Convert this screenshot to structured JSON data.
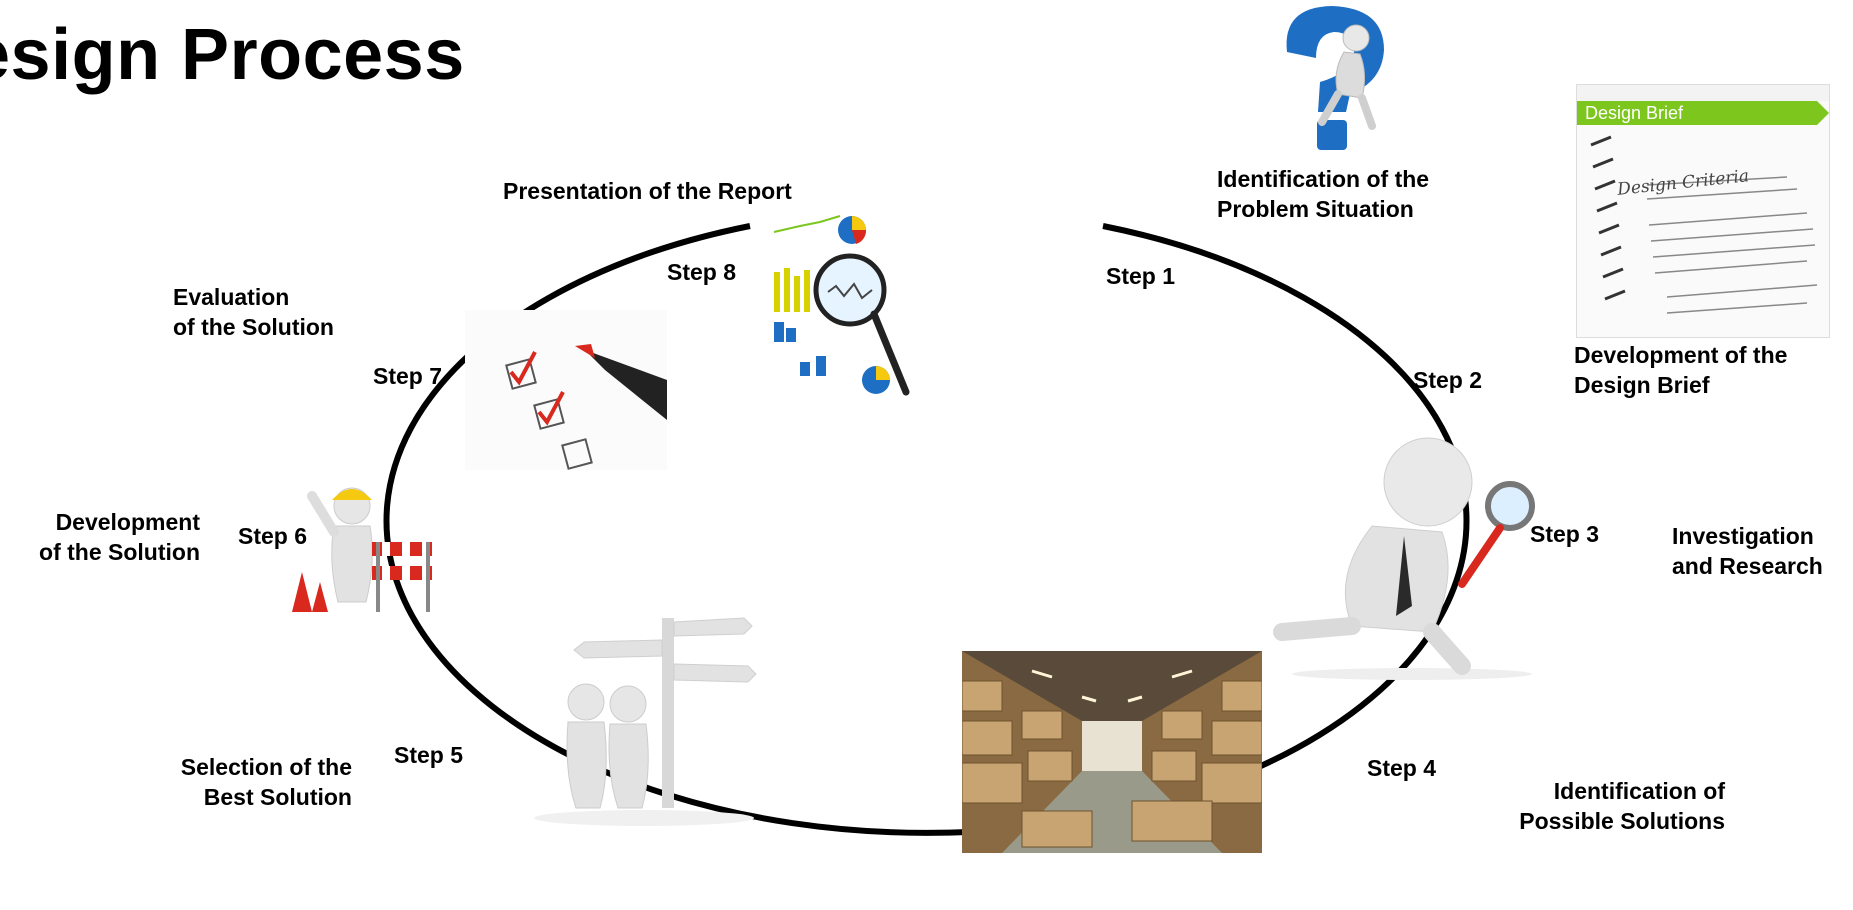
{
  "title": "esign Process",
  "steps": [
    {
      "step": "Step 1",
      "label_line1": "Identification of the",
      "label_line2": "Problem Situation"
    },
    {
      "step": "Step 2",
      "label_line1": "Development of the",
      "label_line2": "Design Brief"
    },
    {
      "step": "Step 3",
      "label_line1": "Investigation",
      "label_line2": "and Research"
    },
    {
      "step": "Step 4",
      "label_line1": "Identification of",
      "label_line2": "Possible Solutions"
    },
    {
      "step": "Step 5",
      "label_line1": "Selection of the",
      "label_line2": "Best Solution"
    },
    {
      "step": "Step 6",
      "label_line1": "Development",
      "label_line2": "of the Solution"
    },
    {
      "step": "Step 7",
      "label_line1": "Evaluation",
      "label_line2": "of the Solution"
    },
    {
      "step": "Step 8",
      "label_line1": "Presentation of the Report",
      "label_line2": ""
    }
  ],
  "design_brief_card": {
    "header": "Design Brief",
    "subheading": "Design Criteria"
  },
  "colors": {
    "ellipse": "#000000",
    "question_mark": "#1e6fc4",
    "brief_header": "#7cc61e",
    "warehouse": "#b08a55",
    "pen_red": "#d9281e"
  },
  "icons": [
    "question-figure-icon",
    "design-brief-image",
    "magnifier-figure-icon",
    "warehouse-image",
    "signpost-figures-icon",
    "construction-worker-icon",
    "checklist-pen-icon",
    "report-charts-icon"
  ]
}
